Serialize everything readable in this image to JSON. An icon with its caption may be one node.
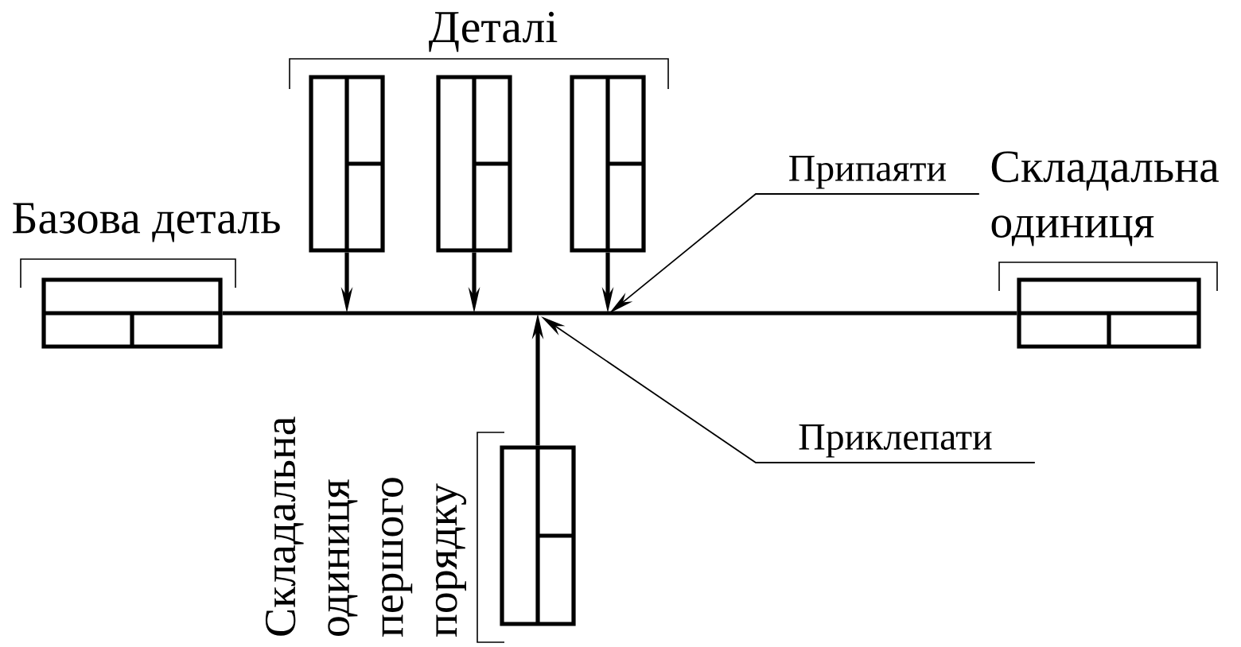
{
  "diagram": {
    "nodes": [
      {
        "text": [
          "Базова деталь"
        ]
      },
      {
        "text": [],
        "shape": "box"
      },
      {
        "text": [],
        "shape": "box"
      },
      {
        "text": [],
        "shape": "box"
      },
      {
        "text": [
          "Складальна одиниця першого порядку"
        ]
      },
      {
        "text": [
          "Складальна одиниця"
        ]
      },
      {
        "text": [
          "Припаяти"
        ]
      },
      {
        "text": [
          "Приклепати"
        ]
      }
    ],
    "edges": [
      {
        "from": 0,
        "to": 5,
        "arrow": "none"
      },
      {
        "from": 1,
        "to": null,
        "arrow": "to"
      },
      {
        "from": 2,
        "to": null,
        "arrow": "to"
      },
      {
        "from": 3,
        "to": null,
        "arrow": "to"
      },
      {
        "from": 4,
        "to": null,
        "arrow": "to"
      },
      {
        "from": 6,
        "to": null,
        "arrow": "to"
      },
      {
        "from": 7,
        "to": null,
        "arrow": "to"
      }
    ],
    "labels": [
      "Деталі"
    ]
  }
}
